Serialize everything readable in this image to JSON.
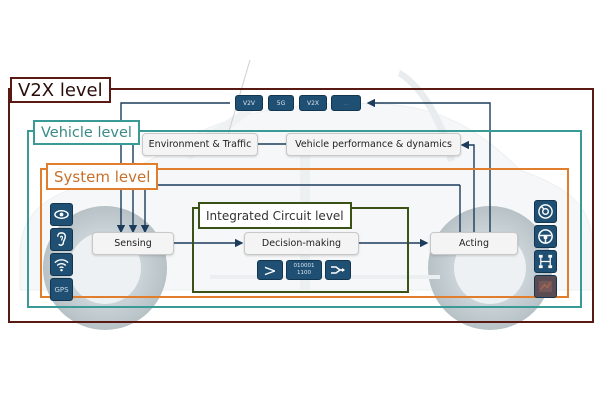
{
  "diagram": {
    "colors": {
      "v2x": "#5a1a14",
      "vehicle": "#3a9a96",
      "system": "#e07e2e",
      "ic": "#3b5216",
      "arrow": "#1c3c5c",
      "chip": "#1f4f72"
    },
    "levels": {
      "v2x": "V2X level",
      "vehicle": "Vehicle level",
      "system": "System level",
      "ic": "Integrated Circuit level"
    },
    "communication_chips": [
      "V2V",
      "5G",
      "V2X",
      "..."
    ],
    "nodes": {
      "environment": "Environment & Traffic",
      "vehicle_performance": "Vehicle performance & dynamics",
      "sensing": "Sensing",
      "decision": "Decision-making",
      "acting": "Acting"
    },
    "sensor_icons": [
      "eye-icon",
      "ear-icon",
      "wifi-icon",
      "GPS"
    ],
    "actuator_icons": [
      "brake-disc-icon",
      "steering-wheel-icon",
      "drivetrain-icon",
      "battery-icon"
    ],
    "decision_icons": {
      "compare": ">",
      "binary_line1": "010001",
      "binary_line2": "1100",
      "branch": "branch-icon"
    }
  }
}
